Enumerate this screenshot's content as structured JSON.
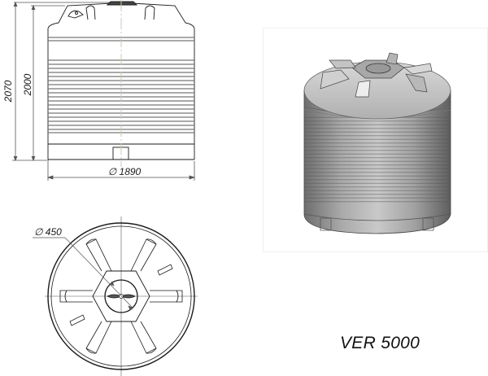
{
  "drawing": {
    "model_name": "VER 5000",
    "front_view": {
      "overall_height_label": "2070",
      "body_height_label": "2000",
      "diameter_label": "∅ 1890"
    },
    "top_view": {
      "hatch_diameter_label": "∅ 450"
    },
    "render_view": {
      "description": "3D shaded render of vertical tank"
    },
    "colors": {
      "line": "#1a1a1a",
      "dimension_line": "#555555",
      "centerline": "#c8c8b8",
      "render_body": "#a8a8a8",
      "frame_border": "#eeeeee"
    }
  }
}
